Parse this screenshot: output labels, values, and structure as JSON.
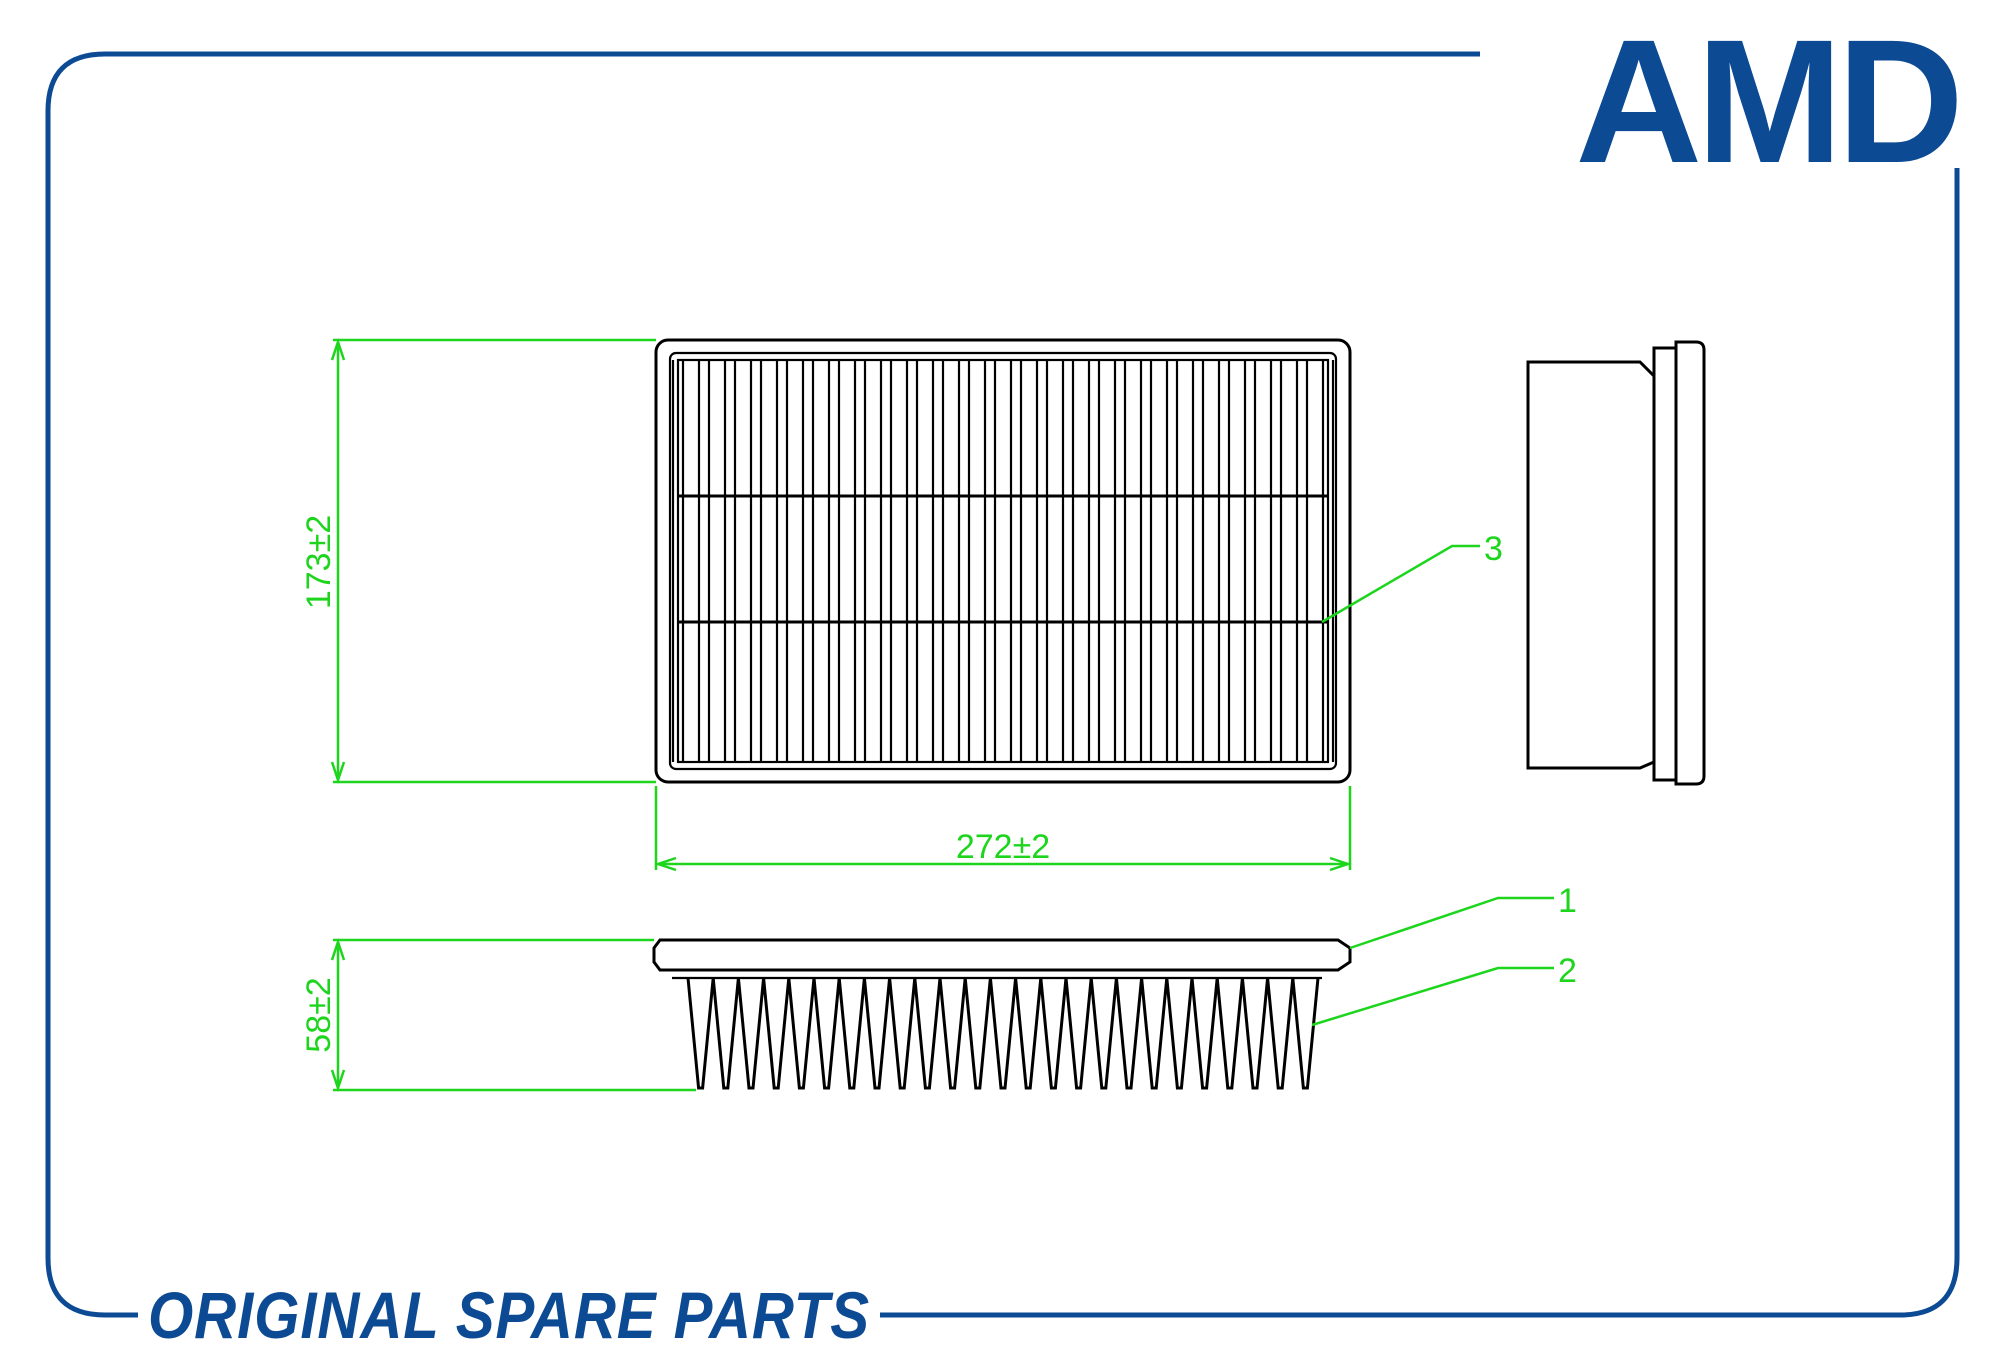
{
  "brand": {
    "logo_text": "AMD",
    "tagline": "ORIGINAL SPARE PARTS",
    "color": "#0d4a94"
  },
  "dimensions": {
    "height": "173±2",
    "width": "272±2",
    "depth": "58±2"
  },
  "callouts": {
    "c1": "1",
    "c2": "2",
    "c3": "3"
  },
  "colors": {
    "dimension": "#1ed51e",
    "outline": "#000000"
  }
}
